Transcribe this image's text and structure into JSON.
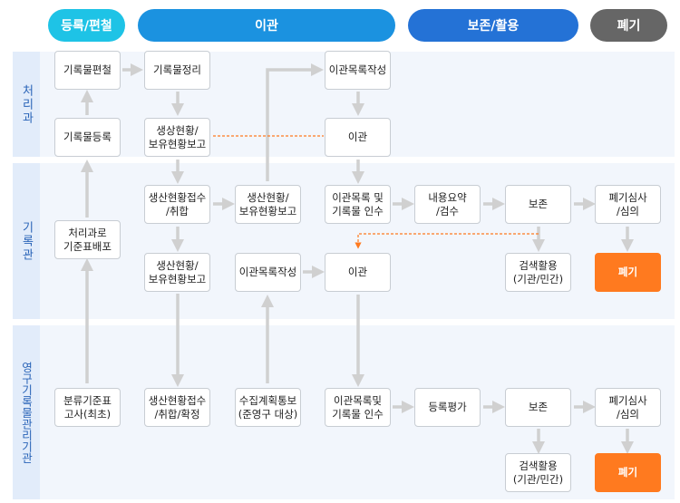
{
  "colors": {
    "phase_registration": "#1ec3e6",
    "phase_transfer": "#1b92e0",
    "phase_preservation": "#2472d6",
    "phase_disposal": "#666666",
    "lane_band": "#f2f6fc",
    "lane_tab": "#e2ecfa",
    "lane_text": "#2a64b8",
    "arrow": "#d0d0d0",
    "dashed_link": "#ff7a1f",
    "disposal_box": "#ff7a1f"
  },
  "phases": {
    "registration": "등록/편철",
    "transfer": "이관",
    "preservation": "보존/활용",
    "disposal": "폐기"
  },
  "lanes": {
    "division": "처리과",
    "records_center": "기록관",
    "permanent_archive": "영구기록물관리기관"
  },
  "nodes": {
    "record_filing": "기록물편철",
    "record_arrangement": "기록물정리",
    "transfer_list_prep_top": "이관목록작성",
    "record_registration": "기록물등록",
    "production_report_top": "생상현황/\n보유현황보고",
    "transfer_top": "이관",
    "classification_distribution": "처리과로\n기준표배포",
    "production_receipt_mid": "생산현황접수\n/취합",
    "production_report_mid": "생산현황/\n보유현황보고",
    "transfer_list_receipt_mid": "이관목록 및\n기록물 인수",
    "content_summary_review": "내용요약\n/검수",
    "preservation_mid": "보존",
    "disposal_review_mid": "폐기심사\n/심의",
    "production_report_mid2": "생산현황/\n보유현황보고",
    "transfer_list_prep_mid": "이관목록작성",
    "transfer_mid": "이관",
    "search_use_mid": "검색활용\n(기관/민간)",
    "disposal_mid": "폐기",
    "classification_notice": "분류기준표\n고사(최초)",
    "production_receipt_bottom": "생산현황접수\n/취합/확정",
    "collection_plan_notice": "수집계획통보\n(준영구 대상)",
    "transfer_list_receipt_bottom": "이관목록및\n기록물 인수",
    "registration_evaluation": "등록평가",
    "preservation_bottom": "보존",
    "disposal_review_bottom": "폐기심사\n/심의",
    "search_use_bottom": "검색활용\n(기관/민간)",
    "disposal_bottom": "폐기"
  }
}
